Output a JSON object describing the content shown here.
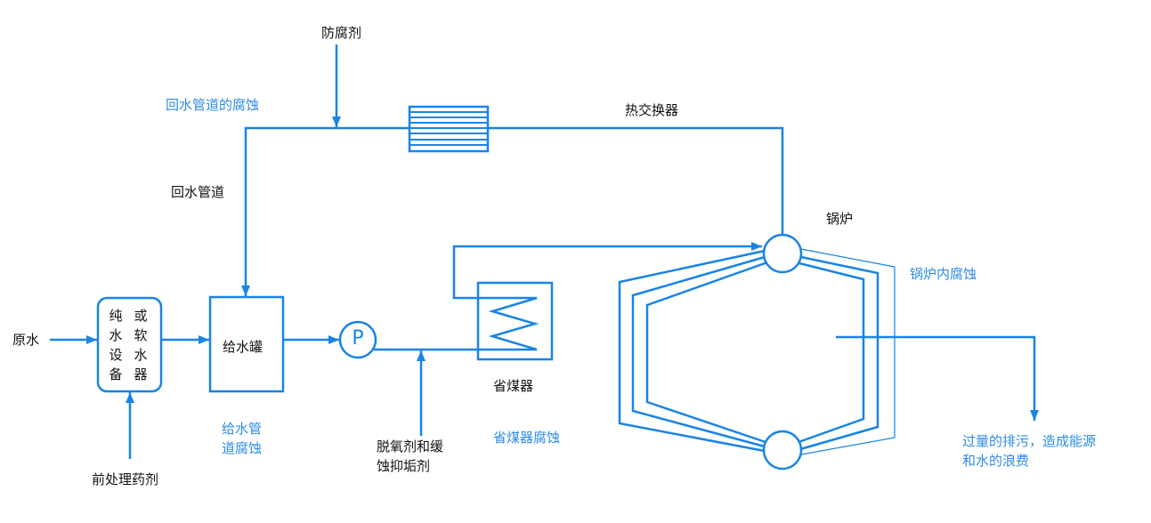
{
  "colors": {
    "line": "#1a84e4",
    "label": "#111111",
    "annotation": "#2d8ce8",
    "background": "#ffffff"
  },
  "labels": {
    "raw_water": "原水",
    "softener_left": "纯水设备",
    "softener_right": "或软水器",
    "pretreatment_agent": "前处理药剂",
    "feed_tank": "给水罐",
    "pump": "P",
    "deoxygenator_agent": "脱氧剂和缓\n蚀抑垢剂",
    "economizer": "省煤器",
    "boiler": "锅炉",
    "heat_exchanger": "热交换器",
    "return_pipe": "回水管道",
    "anticorrosion_agent": "防腐剂"
  },
  "annotations": {
    "return_pipe_corrosion": "回水管道的腐蚀",
    "feed_pipe_corrosion": "给水管\n道腐蚀",
    "economizer_corrosion": "省煤器腐蚀",
    "boiler_internal_corrosion": "锅炉内腐蚀",
    "excess_blowdown": "过量的排污，造成能源\n和水的浪费"
  }
}
